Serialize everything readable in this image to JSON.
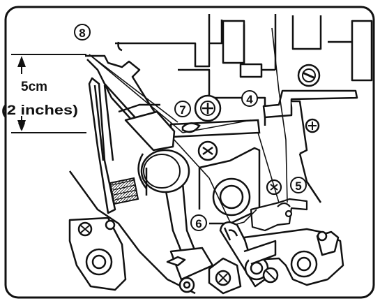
{
  "callouts": {
    "c8": "8",
    "c7": "7",
    "c4": "4",
    "c5": "5",
    "c6": "6"
  },
  "measurement": {
    "metric": "5cm",
    "imperial": "(2 inches)"
  },
  "colors": {
    "ink": "#111111",
    "paper": "#ffffff",
    "shade": "#d9d9d9"
  }
}
